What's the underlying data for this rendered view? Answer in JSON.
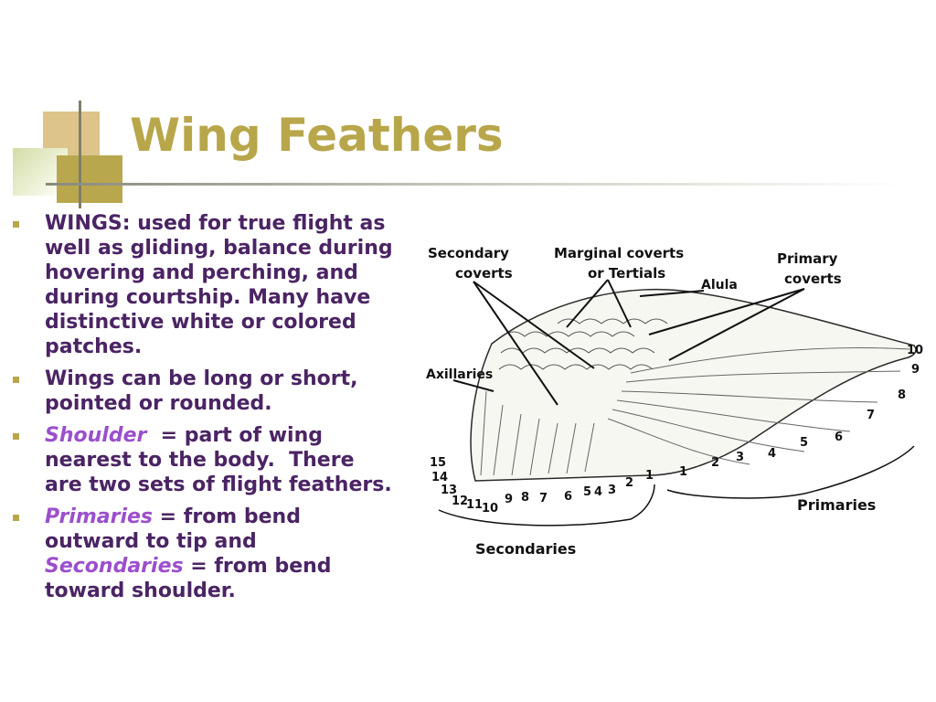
{
  "slide": {
    "title": "Wing Feathers",
    "bullets": [
      {
        "text": "WINGS:  used for true flight as well as gliding, balance during hovering and perching, and during courtship.  Many have distinctive white or colored patches."
      },
      {
        "text": "Wings can be long or short, pointed or rounded."
      },
      {
        "term": "Shoulder",
        "text": "  = part of wing nearest to the body.  There are two sets of flight feathers."
      },
      {
        "term": "Primaries",
        "text": " = from bend outward to tip and ",
        "term2": "Secondaries",
        "text2": " = from bend toward shoulder."
      }
    ]
  },
  "figure": {
    "labels": {
      "secondary_coverts": [
        "Secondary",
        "coverts"
      ],
      "marginal_coverts": [
        "Marginal coverts",
        "or Tertials"
      ],
      "alula": "Alula",
      "primary_coverts": [
        "Primary",
        "coverts"
      ],
      "axillaries": "Axillaries",
      "primaries": "Primaries",
      "secondaries": "Secondaries"
    },
    "primary_numbers": [
      "1",
      "2",
      "3",
      "4",
      "5",
      "6",
      "7",
      "8",
      "9",
      "10"
    ],
    "secondary_numbers": [
      "15",
      "14",
      "13",
      "12",
      "11",
      "10",
      "9",
      "8",
      "7",
      "6",
      "5",
      "4",
      "3",
      "2",
      "1"
    ]
  },
  "colors": {
    "title": "#b8a64a",
    "body_text": "#4b2464",
    "term_accent": "#9b4fcc",
    "bullet_marker": "#b8a64a"
  }
}
